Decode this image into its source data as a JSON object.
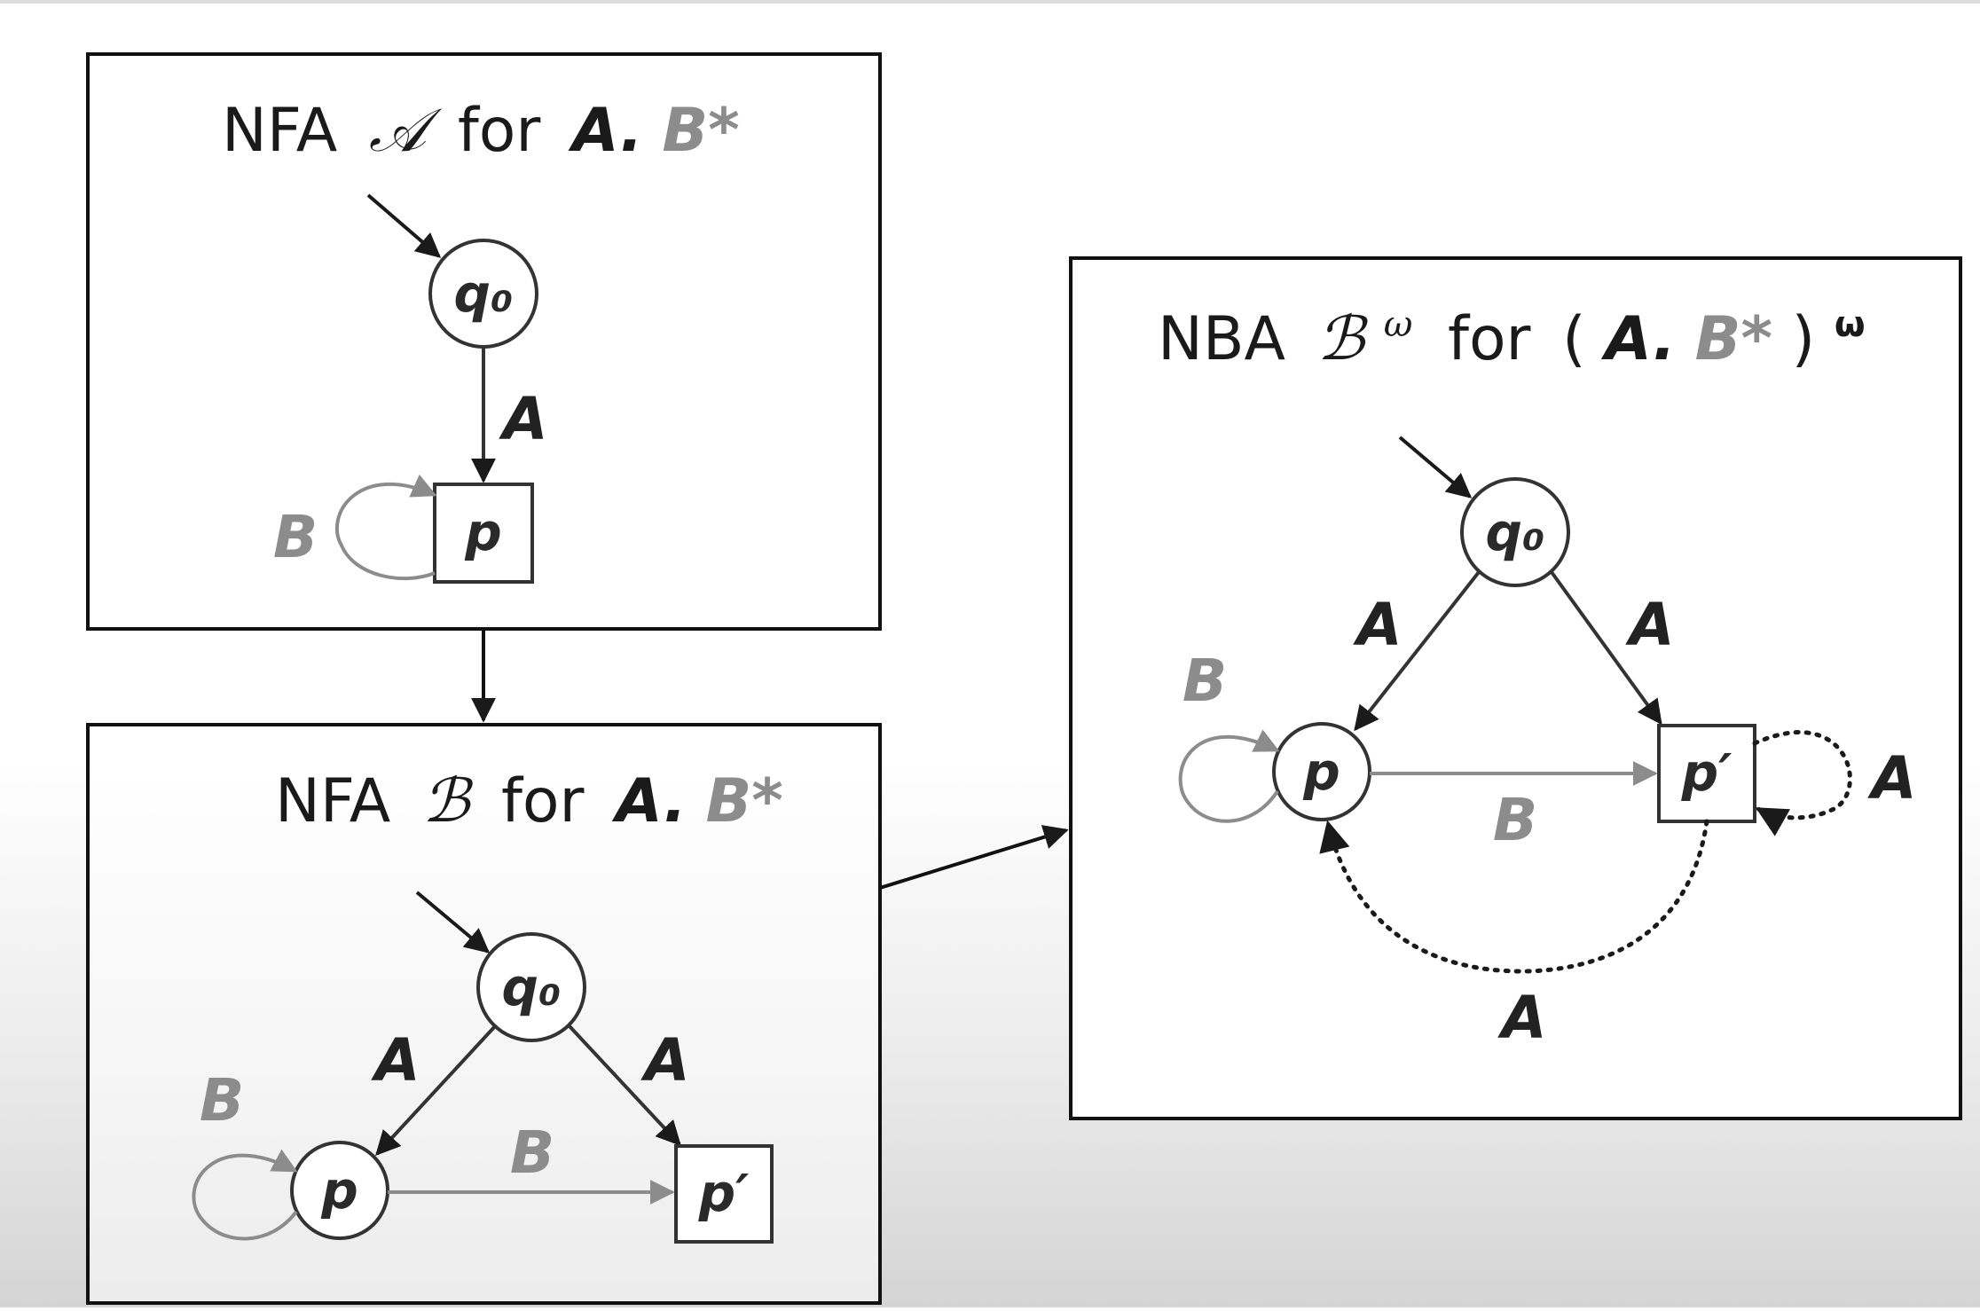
{
  "diagram": {
    "nfa_a": {
      "title_prefix": "NFA",
      "automaton": "𝒜",
      "title_for": "for",
      "title_expr_a": "A.",
      "title_expr_b": "B*",
      "states": {
        "q0": "q₀",
        "p": "p"
      },
      "labels": {
        "q0_p": "A",
        "p_loop": "B"
      }
    },
    "nfa_b": {
      "title_prefix": "NFA",
      "automaton": "ℬ",
      "title_for": "for",
      "title_expr_a": "A.",
      "title_expr_b": "B*",
      "states": {
        "q0": "q₀",
        "p": "p",
        "p_prime": "p′"
      },
      "labels": {
        "q0_p": "A",
        "q0_pprime": "A",
        "p_loop": "B",
        "p_pprime": "B"
      }
    },
    "nba": {
      "title_prefix": "NBA",
      "automaton": "ℬ",
      "automaton_sup": "ω",
      "title_for": "for",
      "title_open": "(",
      "title_expr_a": "A.",
      "title_expr_b": "B*",
      "title_close": ")",
      "title_sup": "ω",
      "states": {
        "q0": "q₀",
        "p": "p",
        "p_prime": "p′"
      },
      "labels": {
        "q0_p": "A",
        "q0_pprime": "A",
        "p_loop": "B",
        "p_pprime": "B",
        "pprime_loop": "A",
        "pprime_p": "A"
      }
    },
    "colors": {
      "primary": "#222222",
      "gray": "#8c8c8c",
      "box_border": "#111111"
    }
  }
}
